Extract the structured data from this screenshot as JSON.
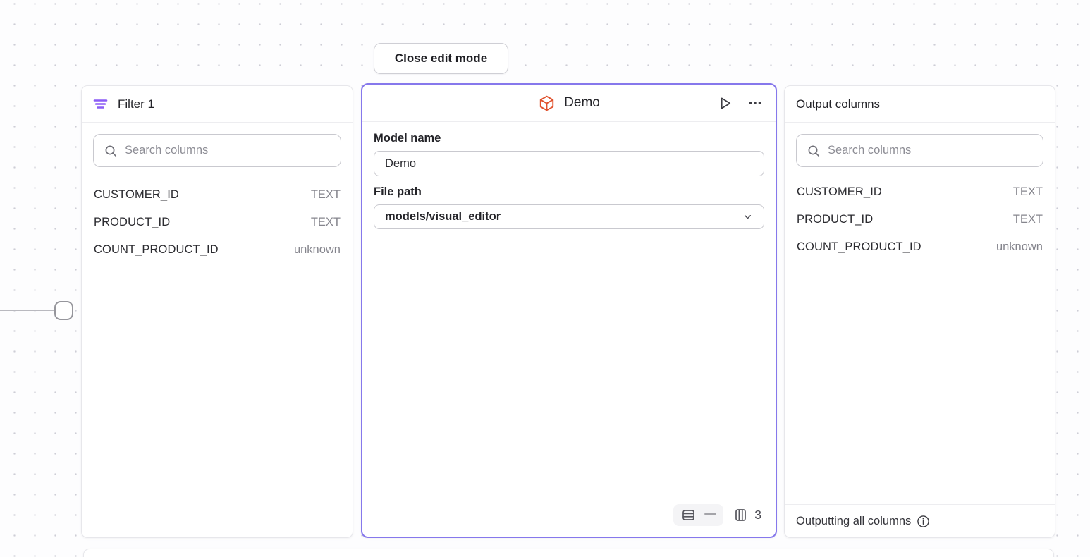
{
  "toolbar": {
    "close_button_label": "Close edit mode"
  },
  "filter_panel": {
    "title": "Filter 1",
    "search_placeholder": "Search columns",
    "columns": [
      {
        "name": "CUSTOMER_ID",
        "type": "TEXT"
      },
      {
        "name": "PRODUCT_ID",
        "type": "TEXT"
      },
      {
        "name": "COUNT_PRODUCT_ID",
        "type": "unknown"
      }
    ]
  },
  "model_panel": {
    "title": "Demo",
    "model_name_label": "Model name",
    "model_name_value": "Demo",
    "file_path_label": "File path",
    "file_path_value": "models/visual_editor",
    "footer": {
      "row_count": "—",
      "column_count": "3"
    }
  },
  "output_panel": {
    "title": "Output columns",
    "search_placeholder": "Search columns",
    "columns": [
      {
        "name": "CUSTOMER_ID",
        "type": "TEXT"
      },
      {
        "name": "PRODUCT_ID",
        "type": "TEXT"
      },
      {
        "name": "COUNT_PRODUCT_ID",
        "type": "unknown"
      }
    ],
    "footer_text": "Outputting all columns"
  },
  "colors": {
    "accent_purple": "#8678ec",
    "filter_icon_purple": "#8b5cf6",
    "cube_icon_orange": "#e0512c"
  }
}
